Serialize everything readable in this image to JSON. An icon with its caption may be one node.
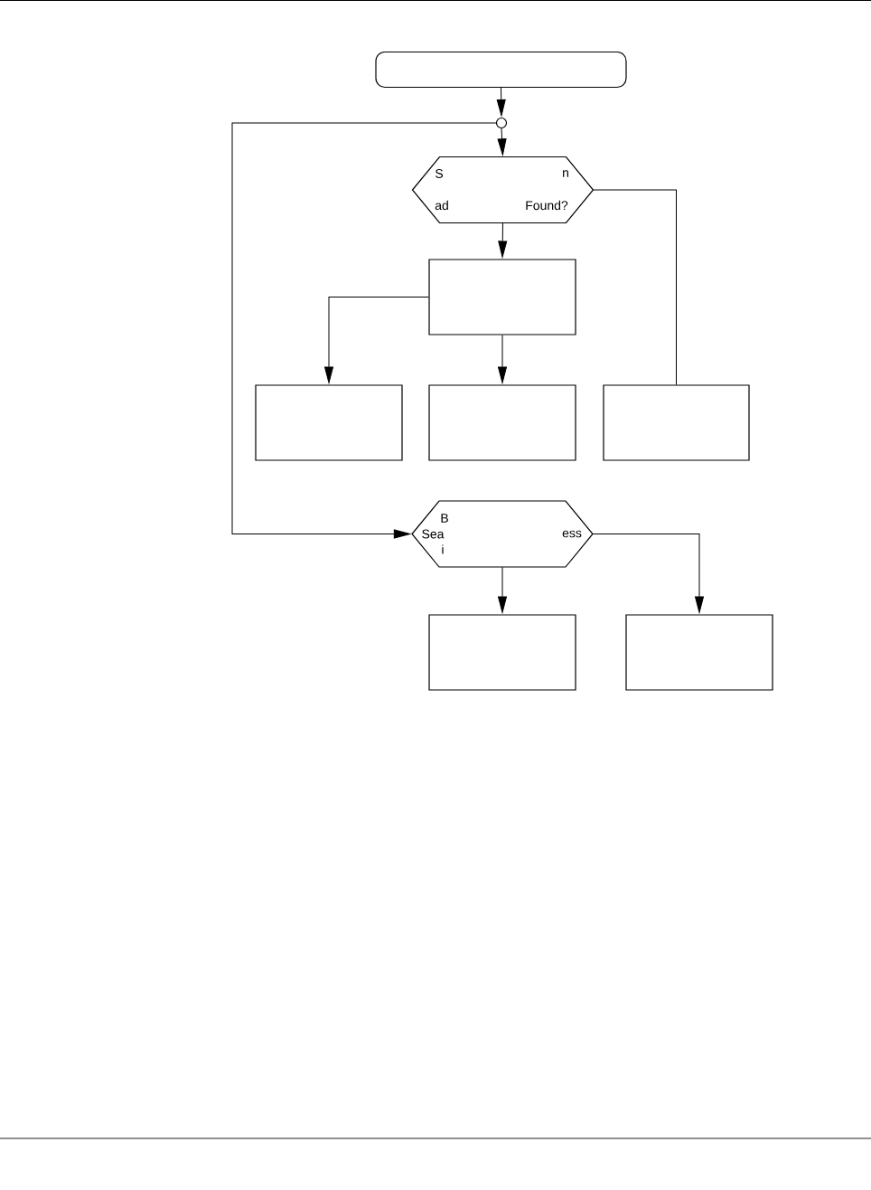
{
  "diagram": {
    "nodes": [
      {
        "text": [],
        "shape": "box"
      },
      {
        "text": [],
        "shape": "circle"
      },
      {
        "text": [
          "S",
          "n",
          "ad",
          "Found?"
        ]
      },
      {
        "text": [],
        "shape": "box"
      },
      {
        "text": [],
        "shape": "box"
      },
      {
        "text": [],
        "shape": "box"
      },
      {
        "text": [],
        "shape": "box"
      },
      {
        "text": [
          "B",
          "Sea",
          "i",
          "ess"
        ]
      },
      {
        "text": [],
        "shape": "box"
      },
      {
        "text": [],
        "shape": "box"
      }
    ],
    "edges": [
      {
        "from": 0,
        "to": 1,
        "arrow": "to"
      },
      {
        "from": 1,
        "to": 2,
        "arrow": "to"
      },
      {
        "from": 1,
        "to": 7,
        "arrow": "to"
      },
      {
        "from": 2,
        "to": 3,
        "arrow": "to"
      },
      {
        "from": 2,
        "to": 6,
        "arrow": "none"
      },
      {
        "from": 3,
        "to": 4,
        "arrow": "to"
      },
      {
        "from": 3,
        "to": 5,
        "arrow": "to"
      },
      {
        "from": 7,
        "to": 8,
        "arrow": "to"
      },
      {
        "from": 7,
        "to": 9,
        "arrow": "to"
      }
    ]
  }
}
